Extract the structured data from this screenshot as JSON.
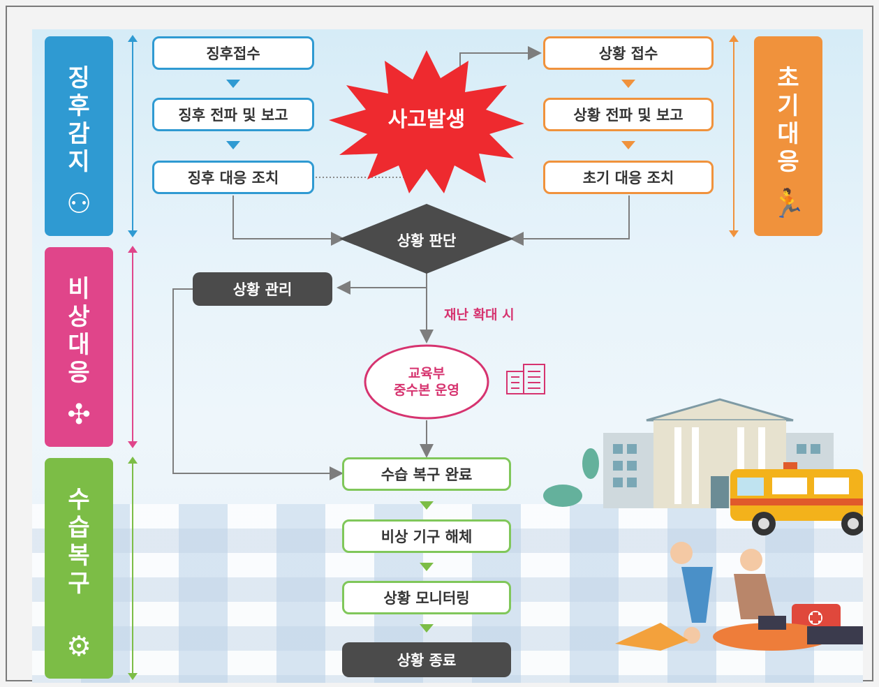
{
  "sections": {
    "detection": {
      "label": "징후감지",
      "color": "#2f9ad2"
    },
    "initial": {
      "label": "초기대응",
      "color": "#f0923c"
    },
    "emergency": {
      "label": "비상대응",
      "color": "#e0458a"
    },
    "recovery": {
      "label": "수습복구",
      "color": "#7cbd46"
    }
  },
  "detection_steps": [
    "징후접수",
    "징후 전파 및 보고",
    "징후 대응 조치"
  ],
  "initial_steps": [
    "상황 접수",
    "상황 전파 및 보고",
    "초기 대응 조치"
  ],
  "accident": "사고발생",
  "decision": "상황 판단",
  "management": "상황 관리",
  "escalation_label": "재난 확대 시",
  "hq": {
    "line1": "교육부",
    "line2": "중수본 운영"
  },
  "recovery_steps": [
    "수습 복구 완료",
    "비상 기구 해체",
    "상황 모니터링"
  ],
  "end": "상황 종료"
}
